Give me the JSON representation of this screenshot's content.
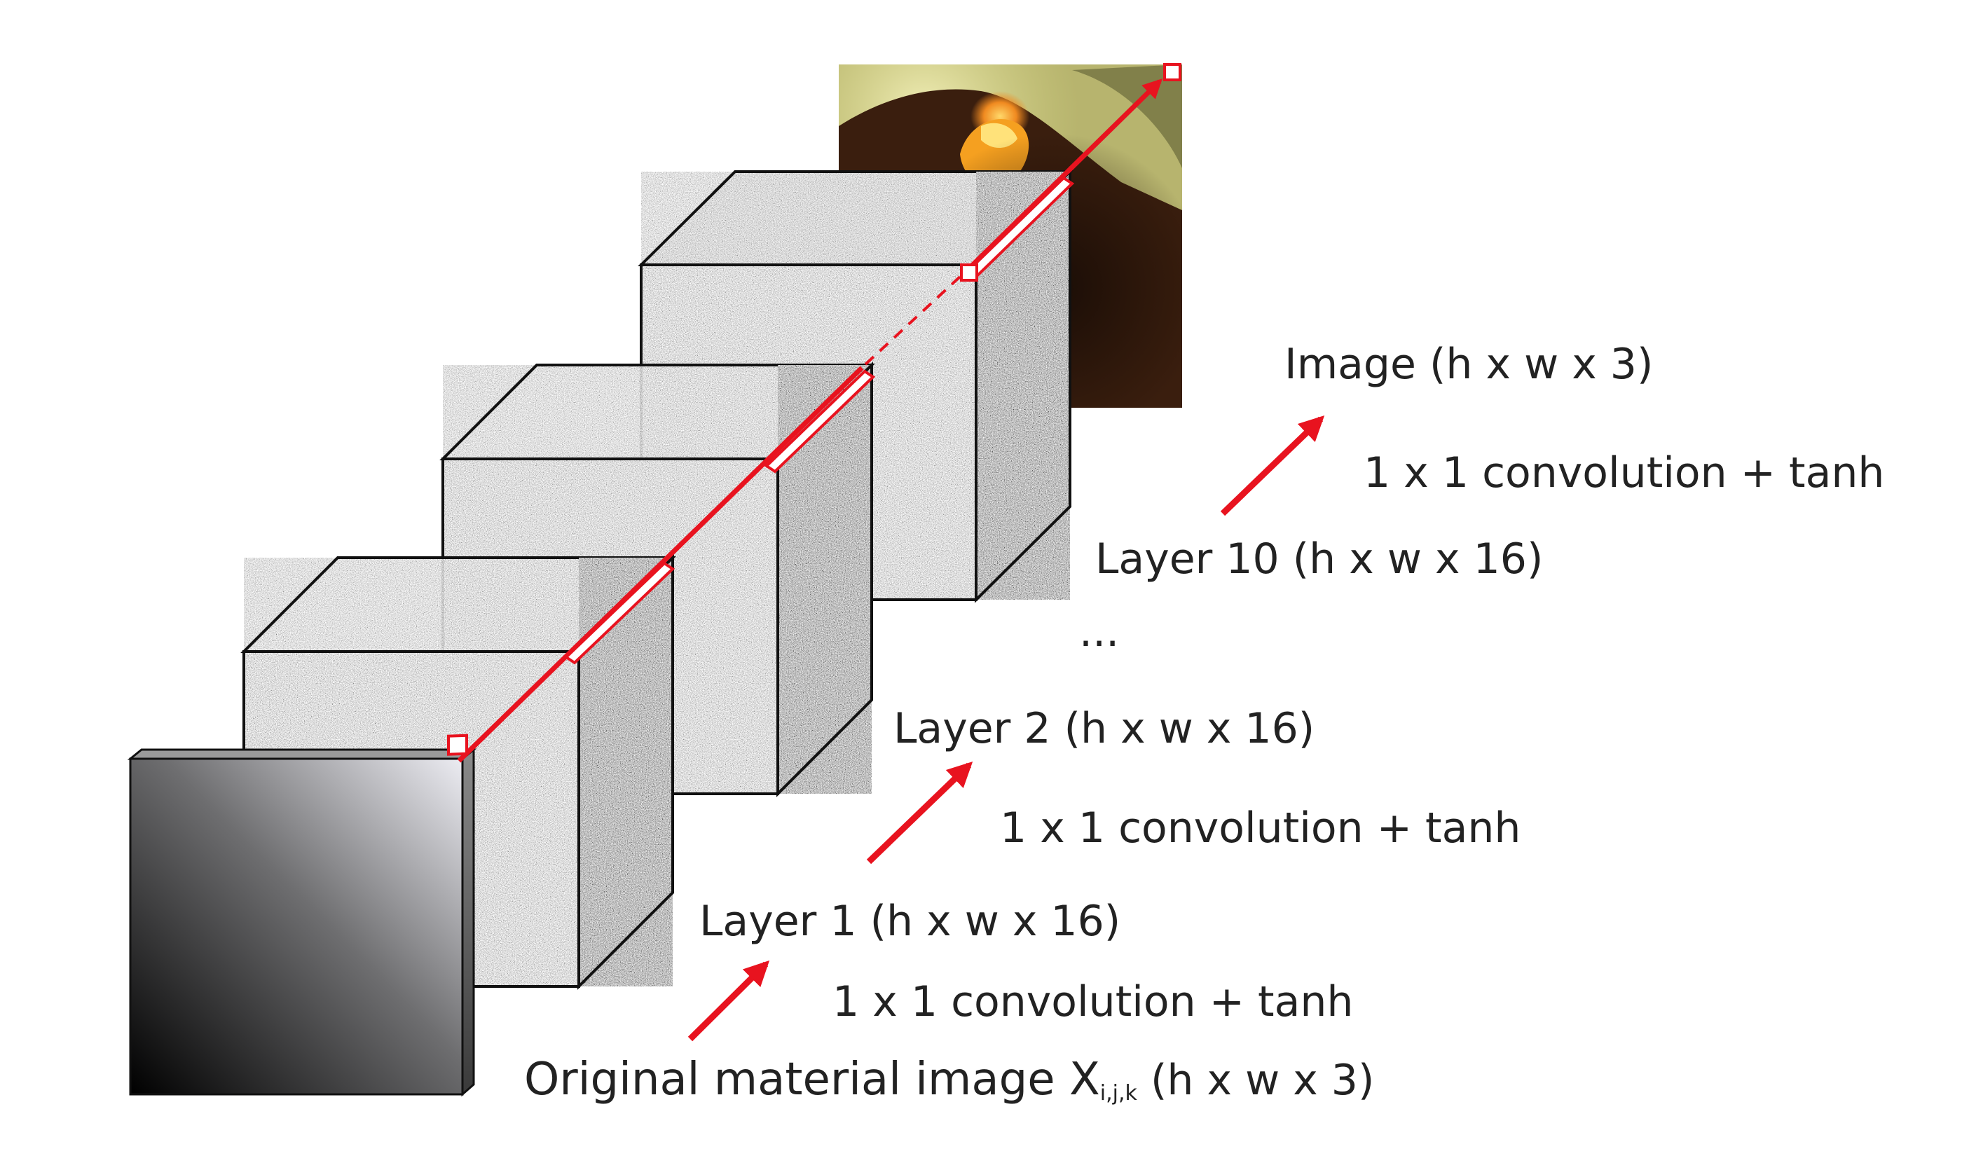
{
  "labels": {
    "output_image": "Image (h x w x 3)",
    "conv_3": "1 x 1 convolution + tanh",
    "layer_10": "Layer 10 (h x w x 16)",
    "ellipsis": "...",
    "layer_2": "Layer 2 (h x w x 16)",
    "conv_2": "1 x 1 convolution + tanh",
    "layer_1": "Layer 1 (h x w x 16)",
    "conv_1": "1 x 1 convolution + tanh",
    "original_prefix": "Original material image X",
    "original_subscript": "i,j,k",
    "original_suffix": " (h x w x 3)"
  },
  "colors": {
    "arrow": "#e8131f",
    "cube_edge": "#111111",
    "text": "#222222"
  }
}
